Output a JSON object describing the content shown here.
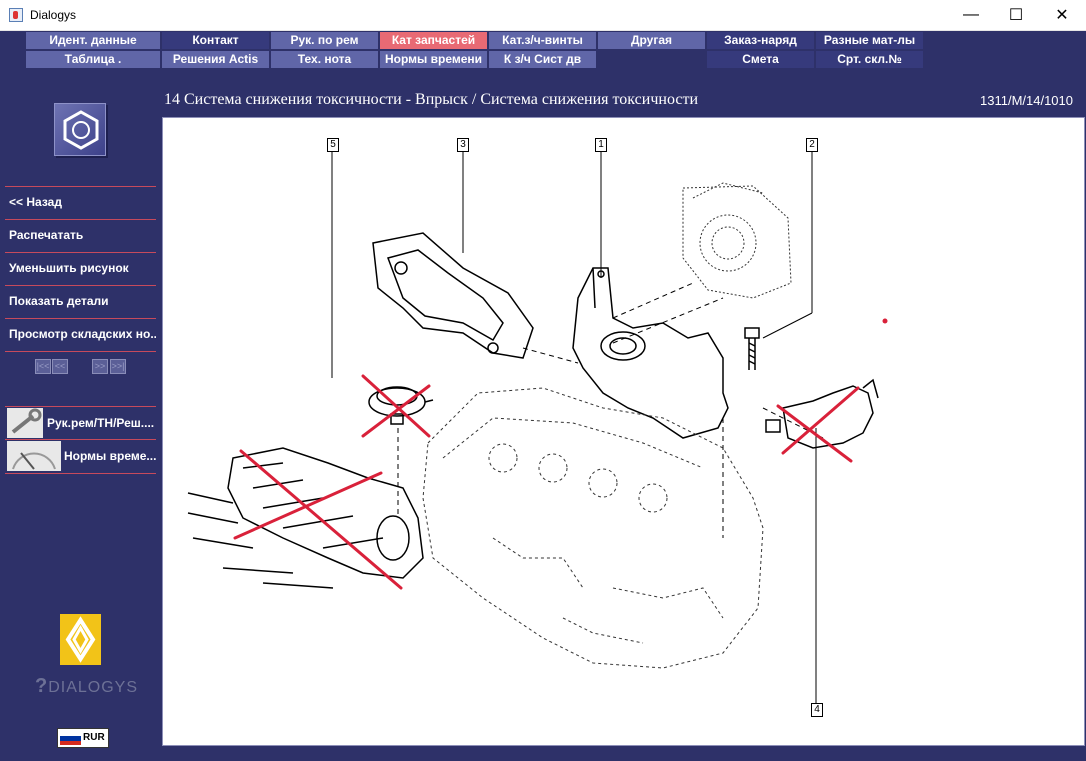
{
  "window": {
    "title": "Dialogys",
    "minimize": "—",
    "maximize": "☐",
    "close": "✕"
  },
  "menu": {
    "row1": [
      {
        "label": "Идент. данные",
        "state": "light"
      },
      {
        "label": "Контакт",
        "state": "dark"
      },
      {
        "label": "Рук. по рем",
        "state": "light"
      },
      {
        "label": "Кат запчастей",
        "state": "active"
      },
      {
        "label": "Кат.з/ч-винты",
        "state": "light"
      },
      {
        "label": "Другая",
        "state": "light"
      },
      {
        "label": "Заказ-наряд",
        "state": "dark"
      },
      {
        "label": "Разные мат-лы",
        "state": "dark"
      }
    ],
    "row2": [
      {
        "label": "Таблица .",
        "state": "light"
      },
      {
        "label": "Решения Actis",
        "state": "light"
      },
      {
        "label": "Тех. нота",
        "state": "light"
      },
      {
        "label": "Нормы времени",
        "state": "light"
      },
      {
        "label": "К з/ч Сист дв",
        "state": "light"
      },
      {
        "label": "Смета",
        "state": "dark"
      },
      {
        "label": "Срт. скл.№",
        "state": "dark"
      }
    ]
  },
  "sidebar": {
    "links": [
      "<< Назад",
      "Распечатать",
      "Уменьшить рисунок",
      "Показать детали",
      "Просмотр складских но..."
    ],
    "pager": [
      "|<<",
      "<<",
      ">>",
      ">>|"
    ],
    "quick_links": [
      {
        "label": "Рук.рем/ТН/Реш....",
        "icon": "wrench-icon"
      },
      {
        "label": "Нормы време...",
        "icon": "gauge-icon"
      }
    ],
    "brand_logo": "renault-logo",
    "dialogys_text": "DIALOGYS",
    "currency": "RUR"
  },
  "header": {
    "title": "14 Система снижения токсичности - Впрыск / Система снижения токсичности",
    "code": "1311/M/14/1010"
  },
  "callouts": [
    "5",
    "3",
    "1",
    "2",
    "4"
  ],
  "colors": {
    "background": "#2e3169",
    "menu_light": "#6066a8",
    "menu_dark": "#363a7c",
    "menu_active": "#e86a74",
    "separator": "#c74a5c",
    "cross_marks": "#d9213a"
  }
}
